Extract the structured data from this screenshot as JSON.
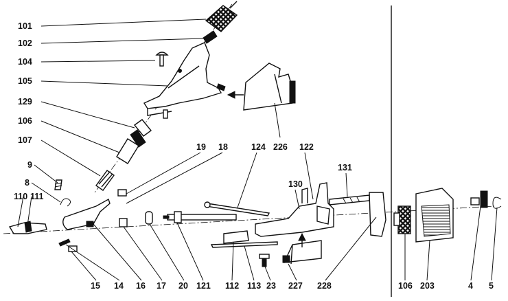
{
  "labels": {
    "l101": "101",
    "l102": "102",
    "l104": "104",
    "l105": "105",
    "l129": "129",
    "l106a": "106",
    "l107": "107",
    "l9": "9",
    "l8": "8",
    "l110": "110",
    "l111": "111",
    "l19": "19",
    "l18": "18",
    "l124": "124",
    "l226": "226",
    "l122": "122",
    "l131": "131",
    "l130": "130",
    "l15": "15",
    "l14": "14",
    "l16": "16",
    "l17": "17",
    "l20": "20",
    "l121": "121",
    "l112": "112",
    "l113": "113",
    "l23": "23",
    "l227": "227",
    "l228": "228",
    "l106b": "106",
    "l203": "203",
    "l4": "4",
    "l5": "5"
  },
  "colors": {
    "ink": "#111111",
    "paper": "#ffffff"
  }
}
